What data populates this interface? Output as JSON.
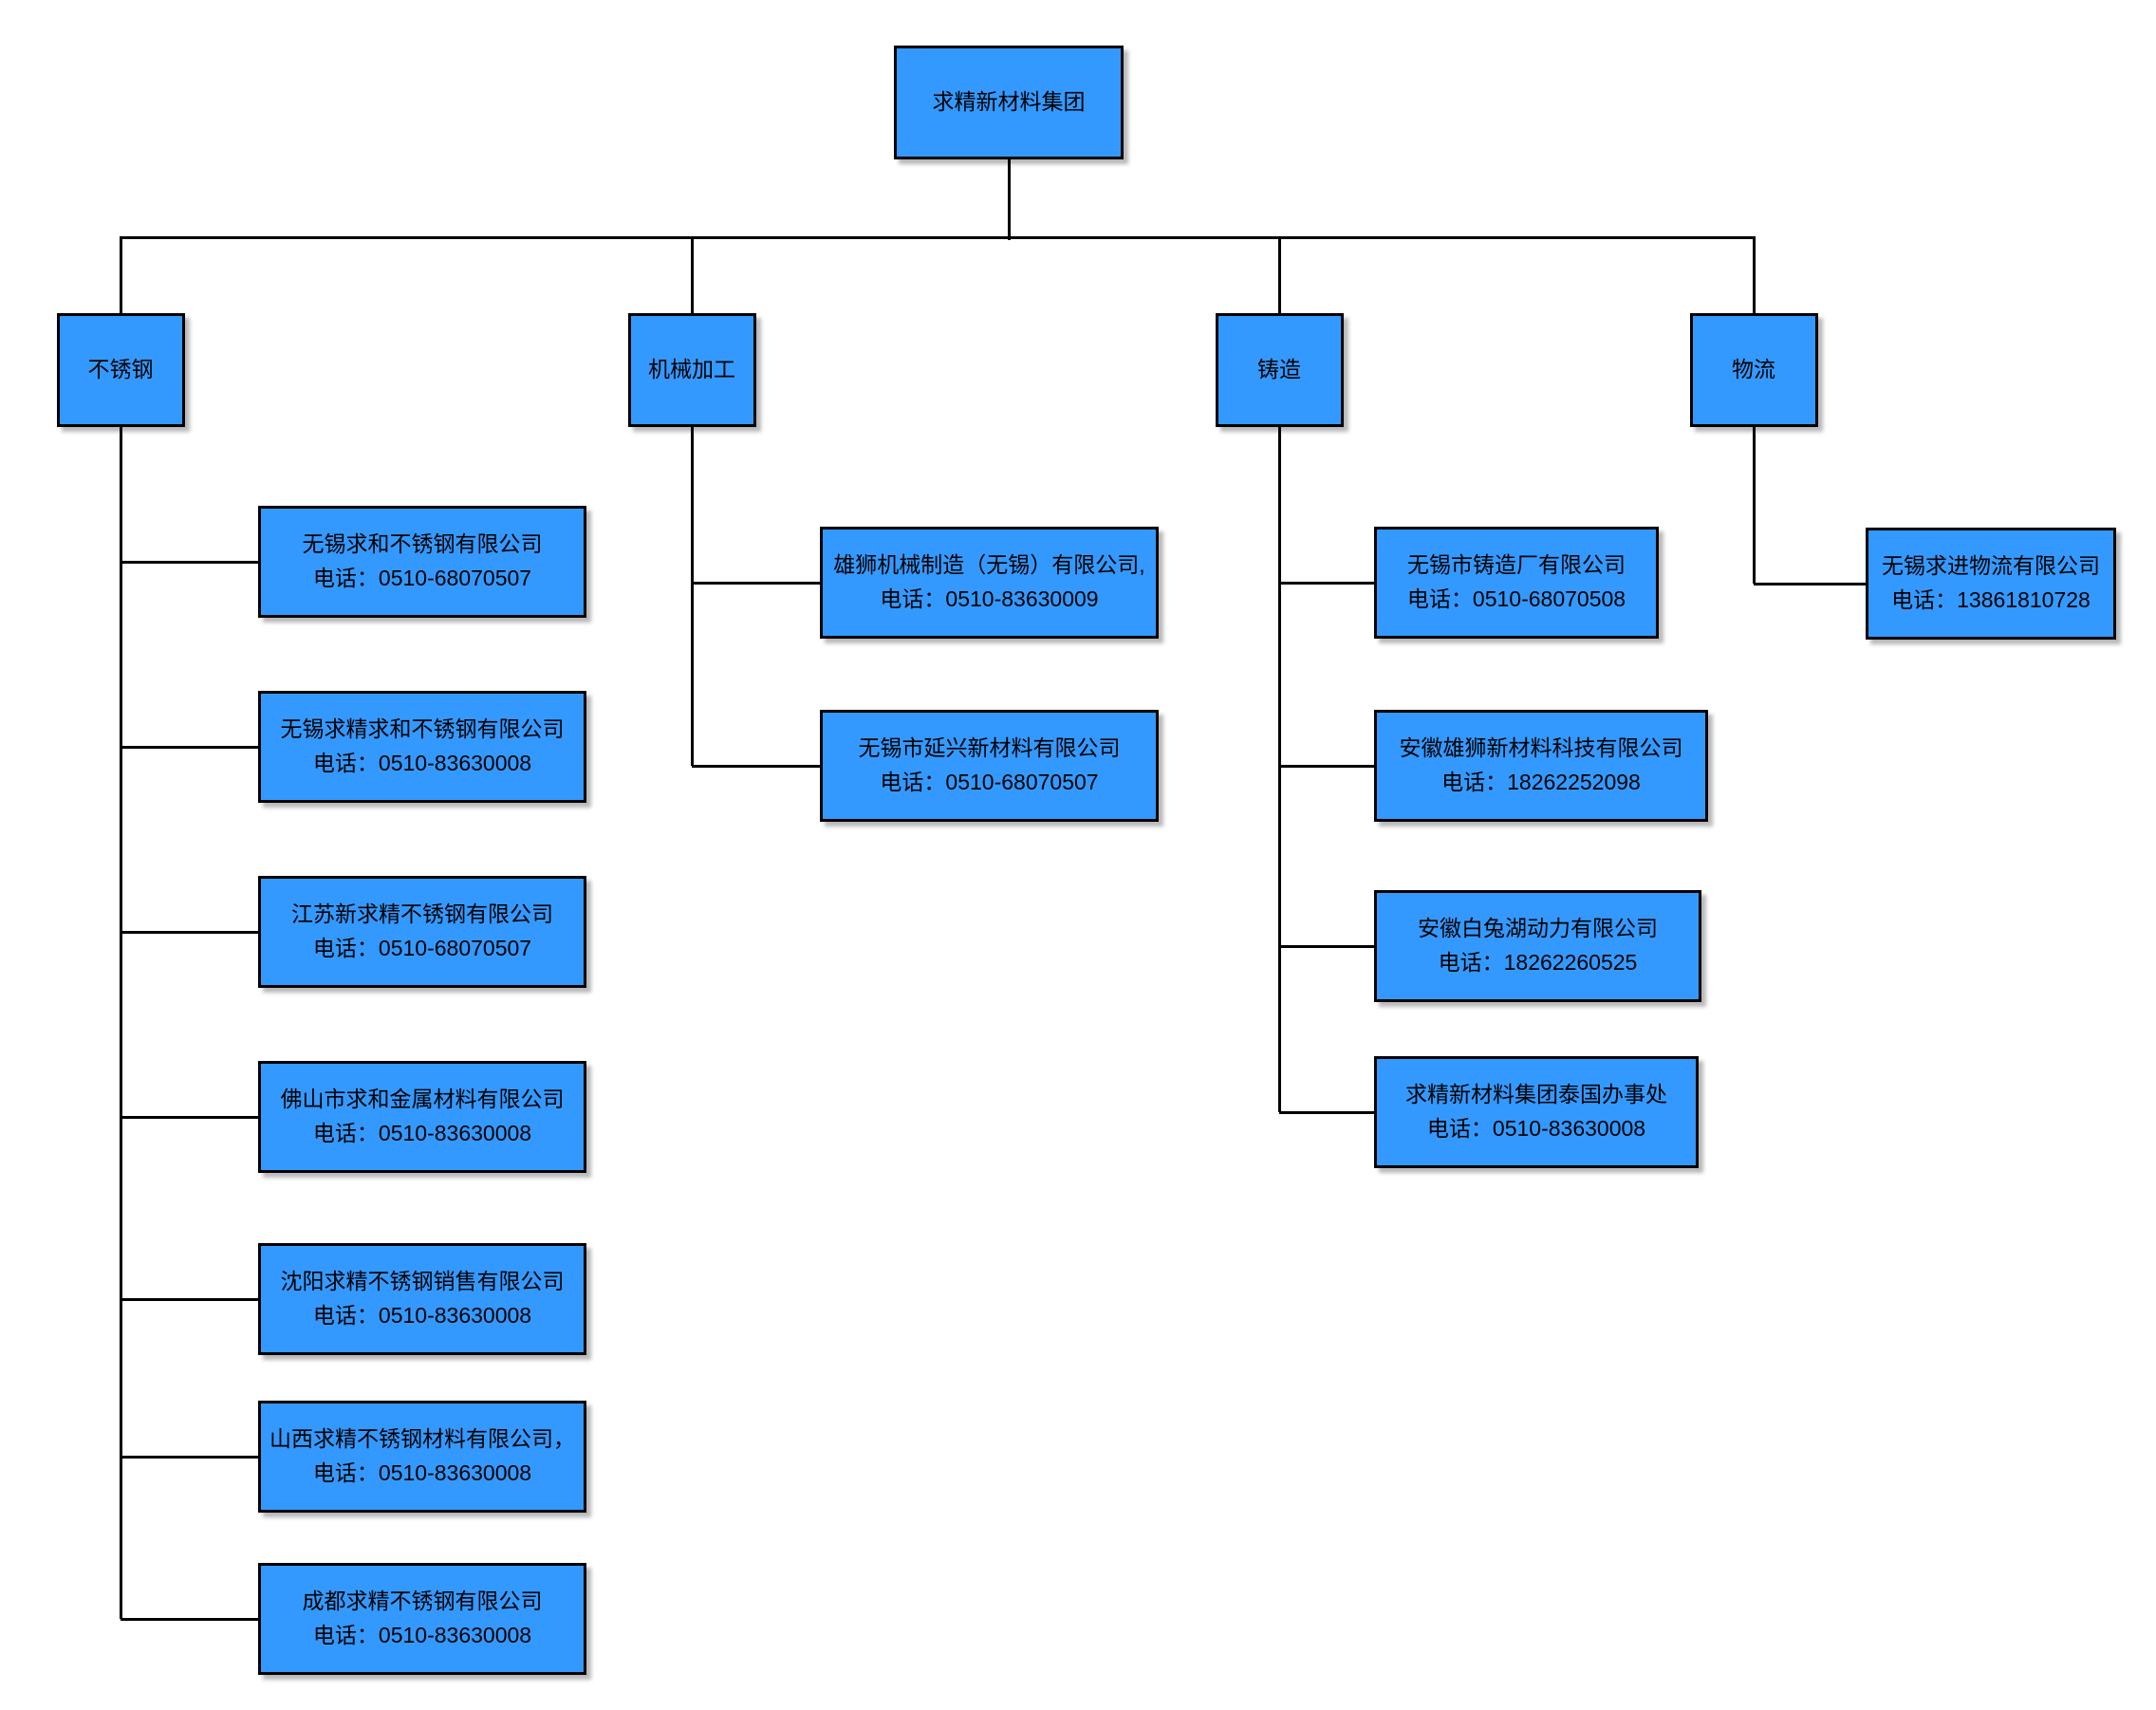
{
  "colors": {
    "node_fill": "#3399FF",
    "node_border": "#000000",
    "connector": "#000000",
    "background": "#FFFFFF",
    "text": "#000000"
  },
  "labels": {
    "phone_prefix": "电话："
  },
  "root": {
    "name": "求精新材料集团"
  },
  "branches": [
    {
      "name": "不锈钢",
      "children": [
        {
          "name": "无锡求和不锈钢有限公司",
          "phone": "0510-68070507"
        },
        {
          "name": "无锡求精求和不锈钢有限公司",
          "phone": "0510-83630008"
        },
        {
          "name": "江苏新求精不锈钢有限公司",
          "phone": "0510-68070507"
        },
        {
          "name": "佛山市求和金属材料有限公司",
          "phone": "0510-83630008"
        },
        {
          "name": "沈阳求精不锈钢销售有限公司",
          "phone": "0510-83630008"
        },
        {
          "name": "山西求精不锈钢材料有限公司，",
          "phone": "0510-83630008"
        },
        {
          "name": "成都求精不锈钢有限公司",
          "phone": "0510-83630008"
        }
      ]
    },
    {
      "name": "机械加工",
      "children": [
        {
          "name": "雄狮机械制造（无锡）有限公司,",
          "phone": "0510-83630009"
        },
        {
          "name": "无锡市延兴新材料有限公司",
          "phone": "0510-68070507"
        }
      ]
    },
    {
      "name": "铸造",
      "children": [
        {
          "name": "无锡市铸造厂有限公司",
          "phone": "0510-68070508"
        },
        {
          "name": "安徽雄狮新材料科技有限公司",
          "phone": "18262252098"
        },
        {
          "name": "安徽白兔湖动力有限公司",
          "phone": "18262260525"
        },
        {
          "name": "求精新材料集团泰国办事处",
          "phone": "0510-83630008"
        }
      ]
    },
    {
      "name": "物流",
      "children": [
        {
          "name": "无锡求进物流有限公司",
          "phone": "13861810728"
        }
      ]
    }
  ]
}
